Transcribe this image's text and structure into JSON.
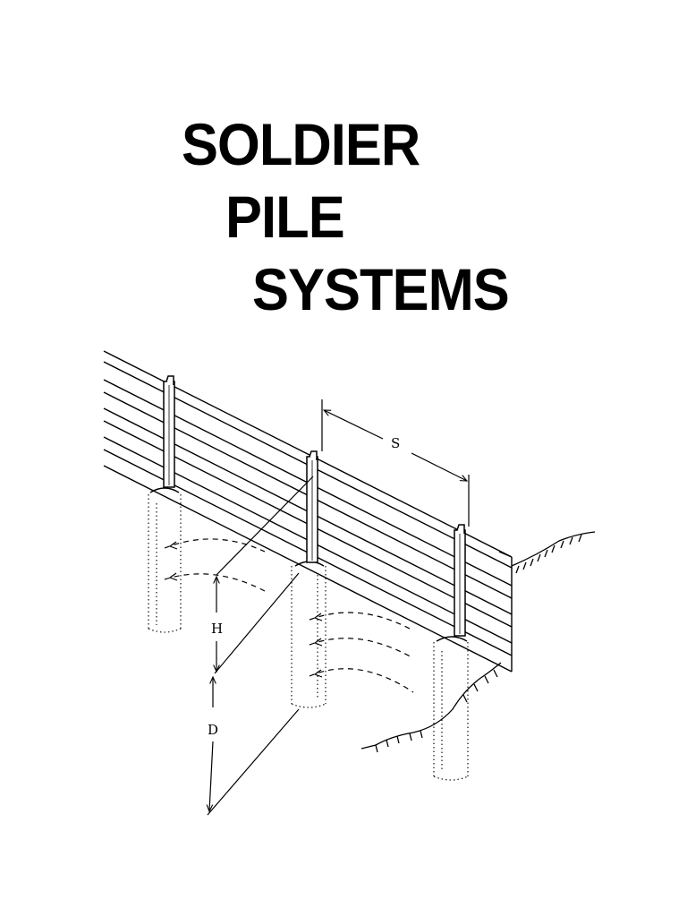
{
  "title": {
    "line1": "SOLDIER",
    "line2": "PILE",
    "line3": "SYSTEMS"
  },
  "diagram": {
    "label_spacing": "S",
    "label_height": "H",
    "label_depth": "D"
  }
}
